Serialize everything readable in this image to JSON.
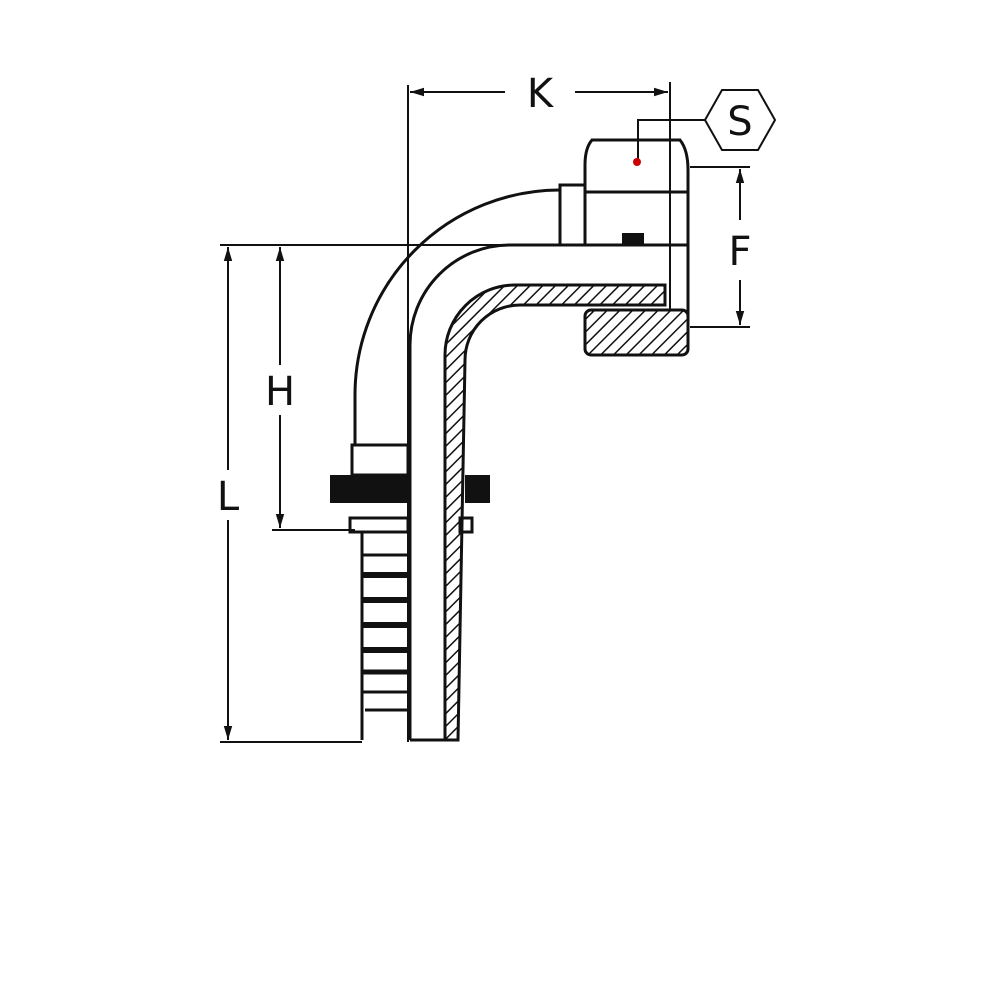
{
  "diagram": {
    "labels": {
      "k": "K",
      "s": "S",
      "f": "F",
      "h": "H",
      "l": "L"
    },
    "colors": {
      "line": "#111111",
      "marker": "#cc0000",
      "background": "#ffffff"
    }
  }
}
